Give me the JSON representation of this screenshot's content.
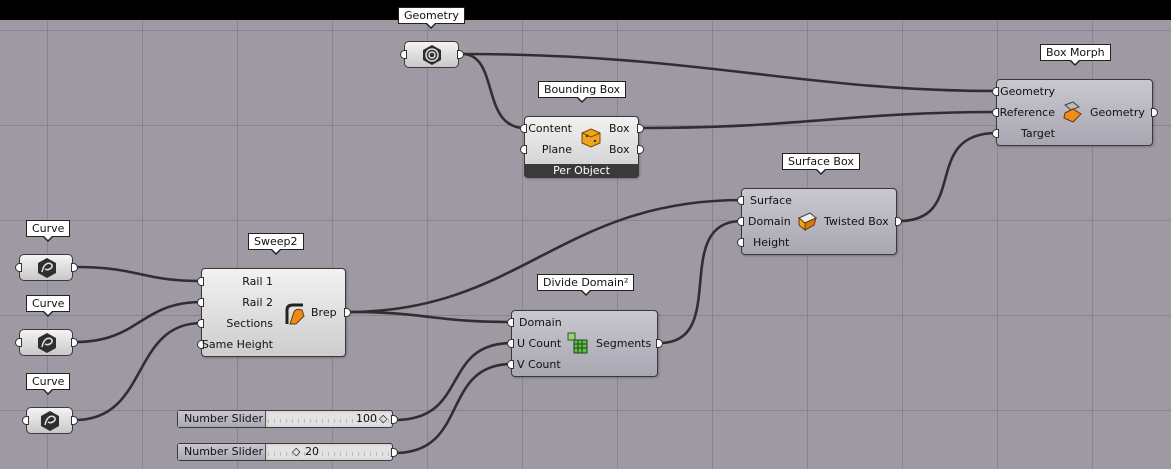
{
  "canvas": {
    "components": {
      "geometry_param": {
        "tag": "Geometry"
      },
      "bounding_box": {
        "tag": "Bounding Box",
        "inputs": [
          "Content",
          "Plane"
        ],
        "outputs": [
          "Box",
          "Box"
        ],
        "footer": "Per Object"
      },
      "box_morph": {
        "tag": "Box Morph",
        "inputs": [
          "Geometry",
          "Reference",
          "Target"
        ],
        "outputs": [
          "Geometry"
        ]
      },
      "surface_box": {
        "tag": "Surface Box",
        "inputs": [
          "Surface",
          "Domain",
          "Height"
        ],
        "outputs": [
          "Twisted Box"
        ]
      },
      "sweep2": {
        "tag": "Sweep2",
        "inputs": [
          "Rail 1",
          "Rail 2",
          "Sections",
          "Same Height"
        ],
        "outputs": [
          "Brep"
        ]
      },
      "divide_domain": {
        "tag": "Divide Domain²",
        "inputs": [
          "Domain",
          "U Count",
          "V Count"
        ],
        "outputs": [
          "Segments"
        ]
      },
      "curve_1": {
        "tag": "Curve"
      },
      "curve_2": {
        "tag": "Curve"
      },
      "curve_3": {
        "tag": "Curve"
      }
    },
    "sliders": [
      {
        "name": "Number Slider",
        "value": "100",
        "marker": "◇"
      },
      {
        "name": "Number Slider",
        "value": "20",
        "marker": "◇"
      }
    ],
    "icons": {
      "param": "geometry-param-icon",
      "bounding_box": "bounding-box-icon",
      "box_morph": "box-morph-icon",
      "surface_box": "surface-box-icon",
      "sweep2": "sweep2-icon",
      "divide_domain": "divide-domain-icon",
      "curve": "curve-param-icon"
    },
    "colors": {
      "canvas": "#9f99a3",
      "wire": "#333333",
      "footer": "#3a3a3a"
    }
  }
}
